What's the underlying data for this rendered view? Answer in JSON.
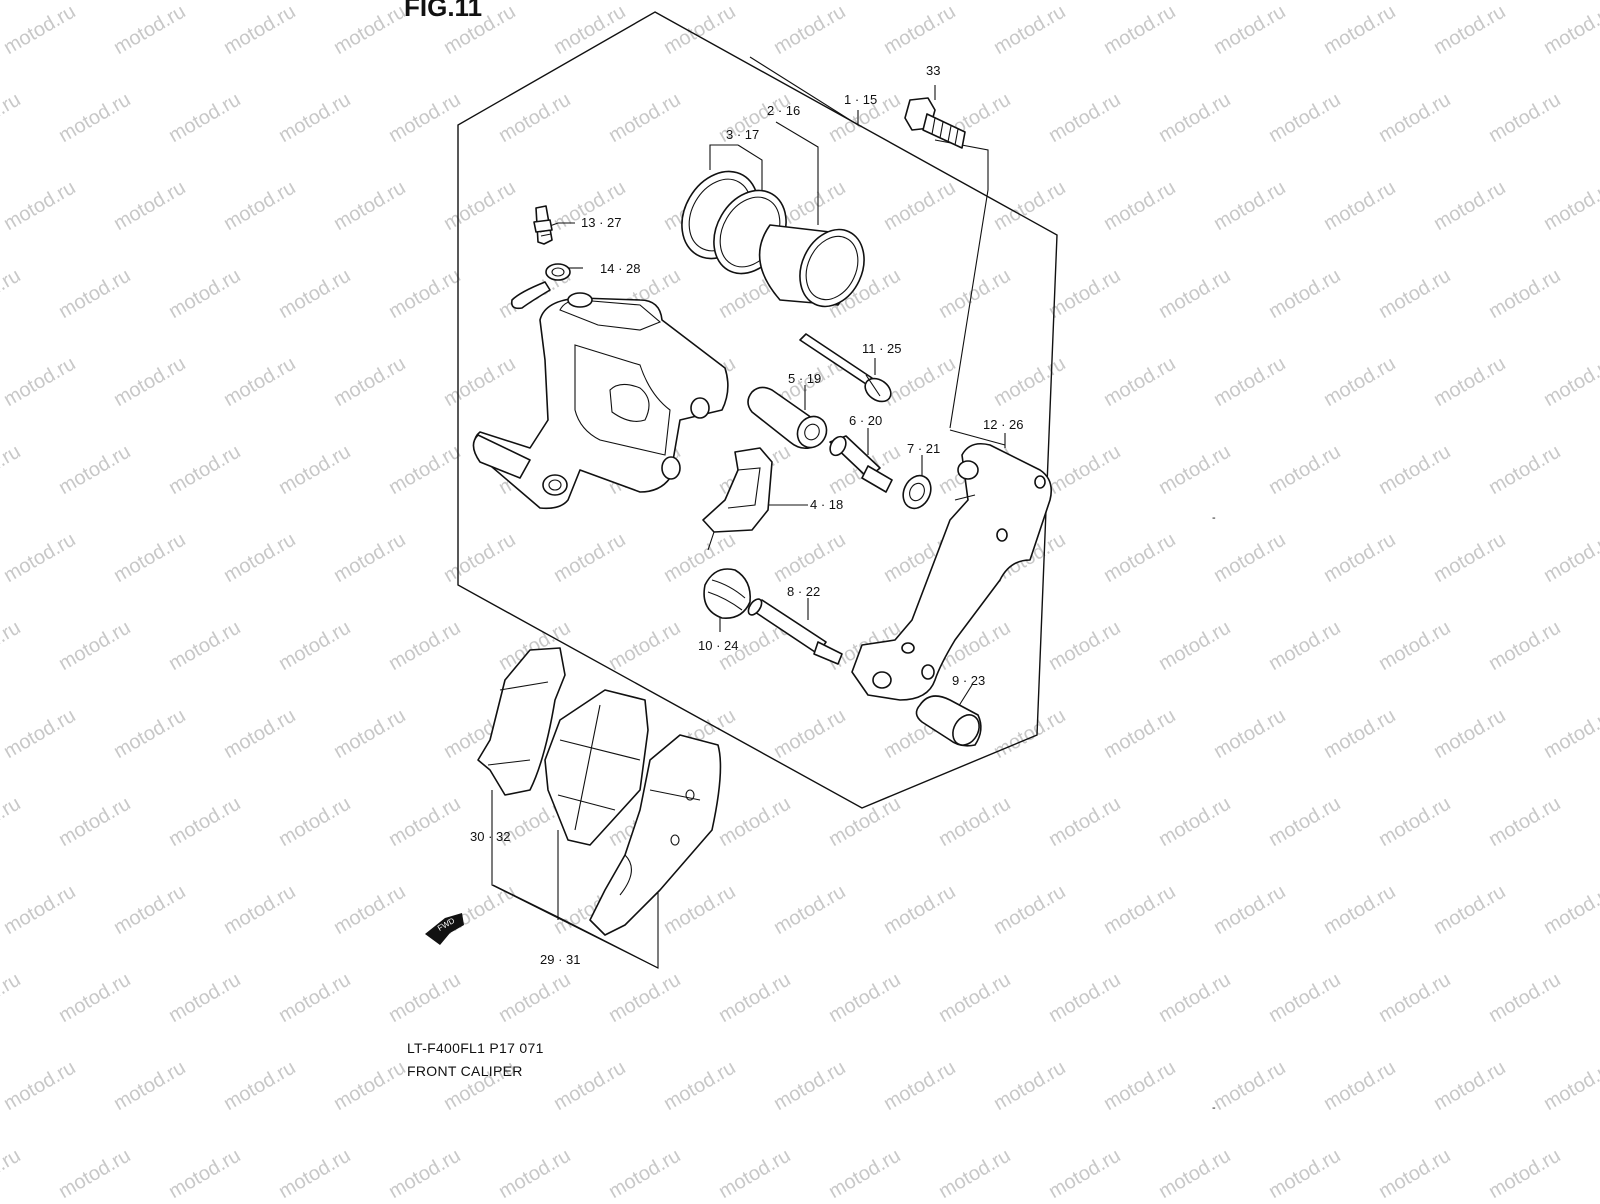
{
  "figure": {
    "fig_ref": "FIG.11",
    "drawing_code": "LT-F400FL1 P17 071",
    "title": "FRONT CALIPER",
    "watermark": "motod.ru",
    "direction_marker": "FWD"
  },
  "parts": {
    "p1": "1 · 15",
    "p2": "2 · 16",
    "p3": "3 · 17",
    "p4": "4 · 18",
    "p5": "5 · 19",
    "p6": "6 · 20",
    "p7": "7 · 21",
    "p8": "8 · 22",
    "p9": "9 · 23",
    "p10": "10 · 24",
    "p11": "11 · 25",
    "p12": "12 · 26",
    "p13": "13 · 27",
    "p14": "14 · 28",
    "p29": "29 · 31",
    "p30": "30 · 32",
    "p33": "33"
  },
  "colors": {
    "line": "#111111",
    "watermark": "#c8c8c8",
    "background": "#ffffff"
  }
}
